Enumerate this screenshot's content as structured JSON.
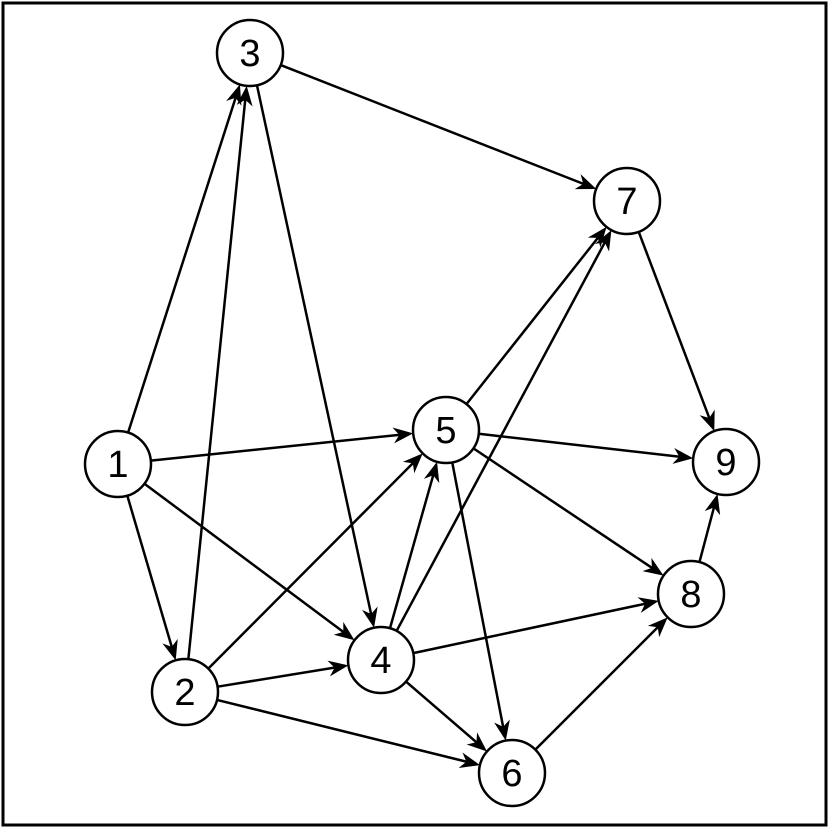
{
  "diagram": {
    "type": "directed-graph",
    "colors": {
      "background": "#ffffff",
      "stroke": "#000000",
      "node_fill": "#ffffff"
    },
    "nodes": [
      {
        "id": "1",
        "label": "1"
      },
      {
        "id": "2",
        "label": "2"
      },
      {
        "id": "3",
        "label": "3"
      },
      {
        "id": "4",
        "label": "4"
      },
      {
        "id": "5",
        "label": "5"
      },
      {
        "id": "6",
        "label": "6"
      },
      {
        "id": "7",
        "label": "7"
      },
      {
        "id": "8",
        "label": "8"
      },
      {
        "id": "9",
        "label": "9"
      }
    ],
    "edges": [
      {
        "from": "1",
        "to": "3"
      },
      {
        "from": "1",
        "to": "5"
      },
      {
        "from": "1",
        "to": "2"
      },
      {
        "from": "1",
        "to": "4"
      },
      {
        "from": "2",
        "to": "3"
      },
      {
        "from": "2",
        "to": "5"
      },
      {
        "from": "2",
        "to": "4"
      },
      {
        "from": "2",
        "to": "6"
      },
      {
        "from": "3",
        "to": "7"
      },
      {
        "from": "3",
        "to": "4"
      },
      {
        "from": "4",
        "to": "5"
      },
      {
        "from": "4",
        "to": "7"
      },
      {
        "from": "4",
        "to": "8"
      },
      {
        "from": "4",
        "to": "6"
      },
      {
        "from": "5",
        "to": "7"
      },
      {
        "from": "5",
        "to": "9"
      },
      {
        "from": "5",
        "to": "8"
      },
      {
        "from": "5",
        "to": "6"
      },
      {
        "from": "6",
        "to": "8"
      },
      {
        "from": "7",
        "to": "9"
      },
      {
        "from": "8",
        "to": "9"
      }
    ]
  }
}
